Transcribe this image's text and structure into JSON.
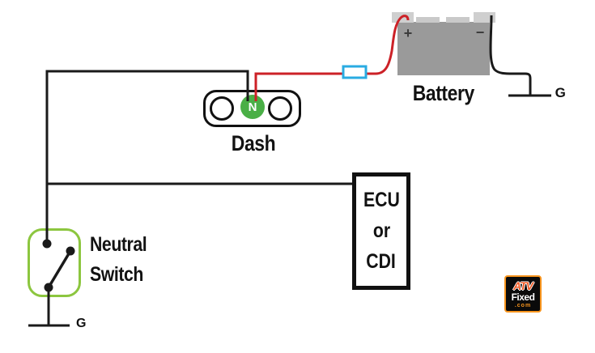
{
  "components": {
    "battery": {
      "label": "Battery",
      "positive_terminal": "+",
      "negative_terminal": "−",
      "body_color": "#9a9a9a",
      "terminal_color": "#cfcfcf"
    },
    "fuse": {
      "outline_color": "#29abe2"
    },
    "dash": {
      "label": "Dash",
      "neutral_indicator": "N",
      "indicator_color": "#4aaf46"
    },
    "neutral_switch": {
      "label_line1": "Neutral",
      "label_line2": "Switch",
      "outline_color": "#8cc63f"
    },
    "ecu": {
      "label_line1": "ECU",
      "label_line2": "or",
      "label_line3": "CDI"
    },
    "ground_left": {
      "label": "G"
    },
    "ground_right": {
      "label": "G"
    }
  },
  "wires": {
    "positive_color": "#cc2127",
    "black_color": "#1a1a1a"
  },
  "watermark": {
    "line1": "ATV",
    "line2": "Fixed",
    "line3": ".com",
    "accent_color": "#f7941d"
  }
}
